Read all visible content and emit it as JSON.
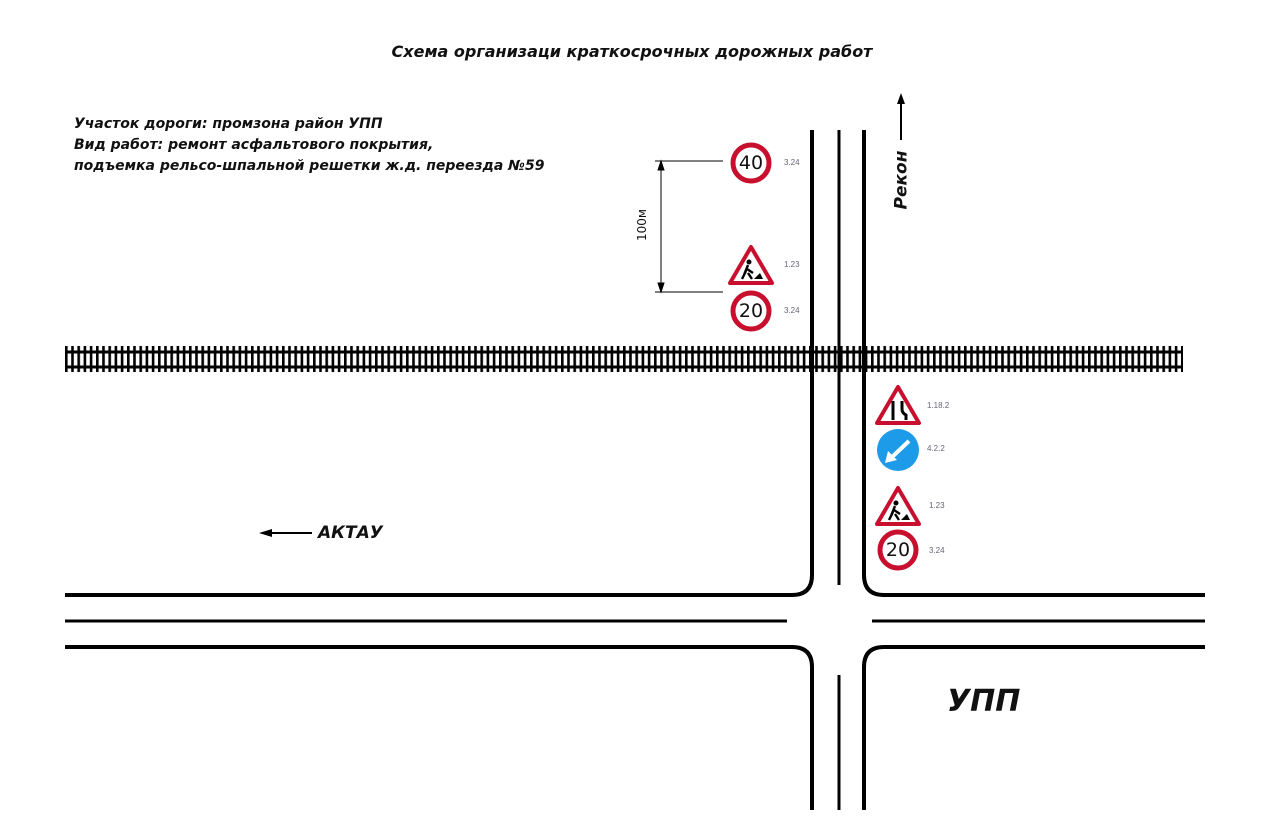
{
  "title": "Схема организаци краткосрочных дорожных работ",
  "info": {
    "line1": "Участок дороги: промзона  район УПП",
    "line2": "Вид работ: ремонт асфальтового покрытия,",
    "line3": "подъемка рельсо-шпальной решетки  ж.д. переезда №59"
  },
  "directions": {
    "north": "Рекон",
    "west": "АКТАУ",
    "area": "УПП"
  },
  "distance_label": "100м",
  "signs_left": [
    {
      "type": "speed-limit",
      "value": "40",
      "code": "3.24"
    },
    {
      "type": "road-works",
      "code": "1.23"
    },
    {
      "type": "speed-limit",
      "value": "20",
      "code": "3.24"
    }
  ],
  "signs_right": [
    {
      "type": "road-narrowing",
      "code": "1.18.2"
    },
    {
      "type": "keep-left",
      "code": "4.2.2"
    },
    {
      "type": "road-works",
      "code": "1.23"
    },
    {
      "type": "speed-limit",
      "value": "20",
      "code": "3.24"
    }
  ],
  "colors": {
    "sign_red": "#c8102e",
    "sign_blue": "#1e9be8"
  }
}
